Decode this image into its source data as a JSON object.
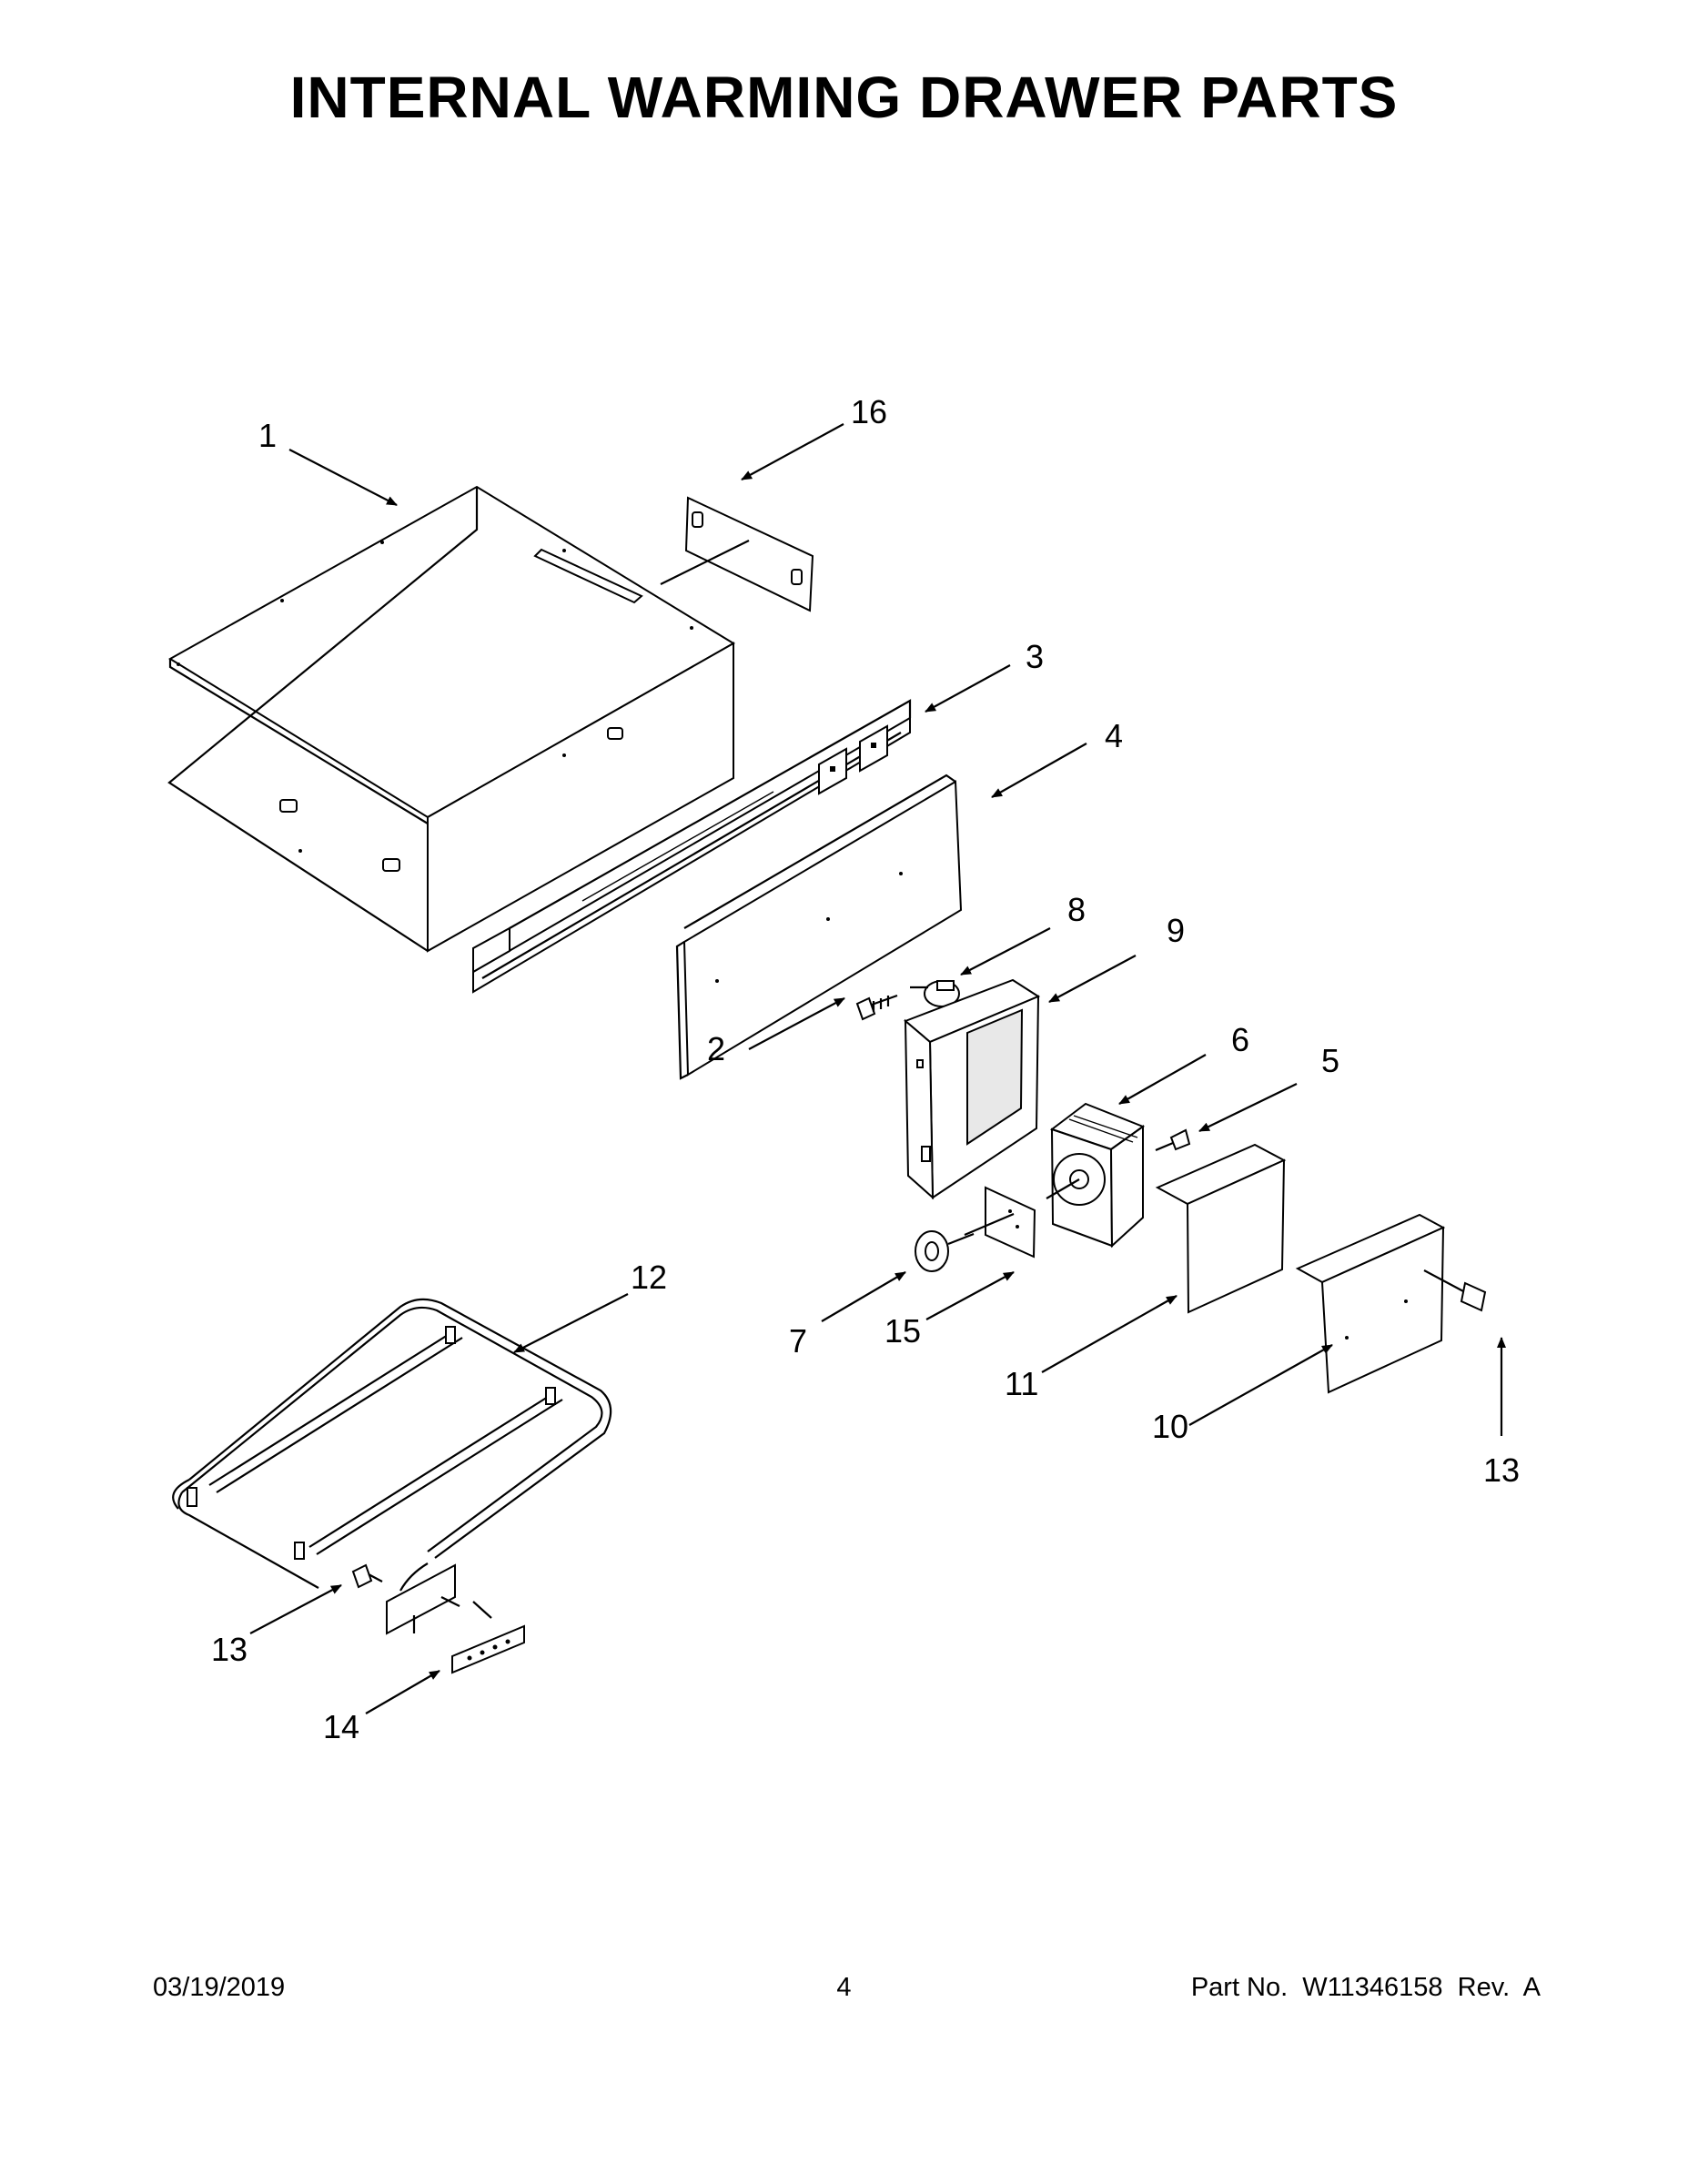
{
  "title": "INTERNAL WARMING DRAWER PARTS",
  "callouts": [
    "1",
    "16",
    "3",
    "4",
    "8",
    "9",
    "6",
    "5",
    "2",
    "12",
    "7",
    "15",
    "11",
    "10",
    "13",
    "13",
    "14"
  ],
  "footer": {
    "date": "03/19/2019",
    "page": "4",
    "part": "Part No.  W11346158  Rev.  A"
  }
}
